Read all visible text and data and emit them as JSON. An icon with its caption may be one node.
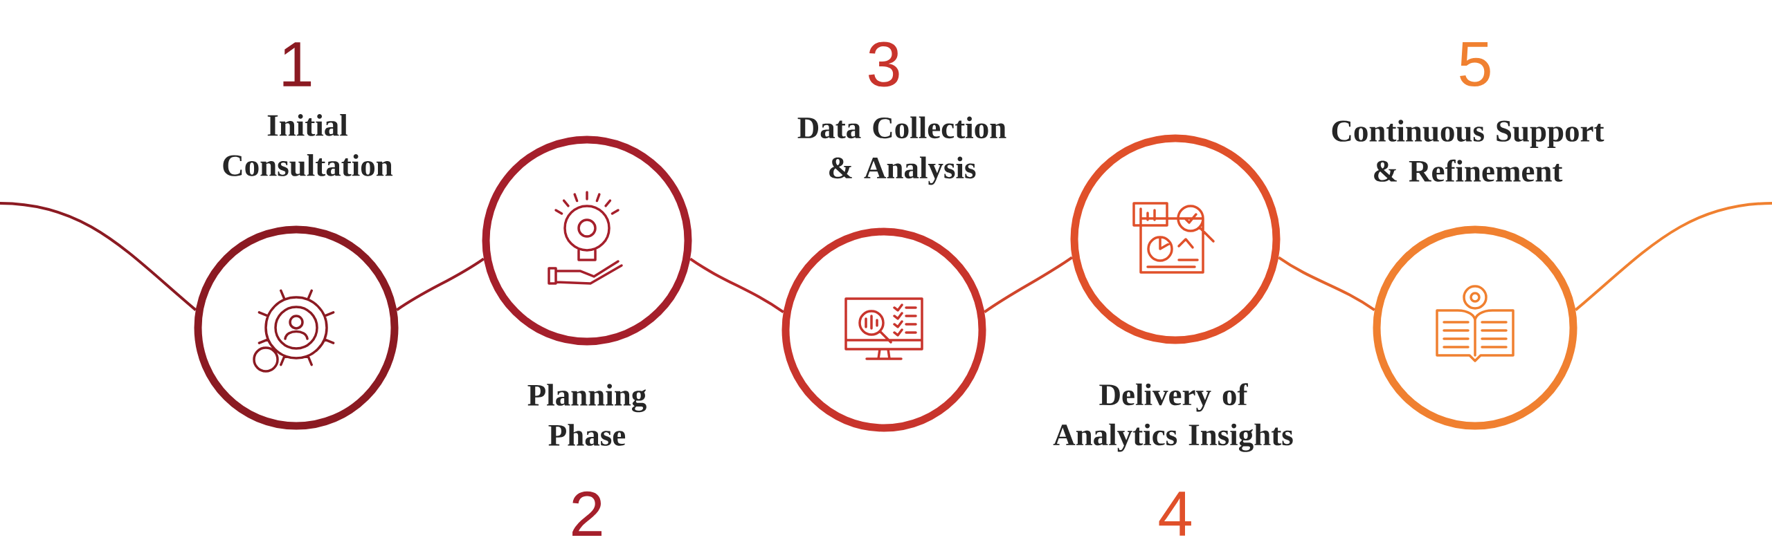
{
  "diagram": {
    "nodes": [
      {
        "text": [
          "1",
          "Initial Consultation"
        ]
      },
      {
        "text": [
          "Planning Phase",
          "2"
        ]
      },
      {
        "text": [
          "3",
          "Data Collection & Analysis"
        ]
      },
      {
        "text": [
          "Delivery of Analytics Insights",
          "4"
        ]
      },
      {
        "text": [
          "5",
          "Continuous Support & Refinement"
        ]
      }
    ],
    "edges": [
      {
        "from": null,
        "to": 0,
        "arrow": "none",
        "color": "#8b1a22"
      },
      {
        "from": 0,
        "to": 1,
        "arrow": "none",
        "color": "#981c26"
      },
      {
        "from": 1,
        "to": 2,
        "arrow": "none",
        "color": "#b5282b"
      },
      {
        "from": 2,
        "to": 3,
        "arrow": "none",
        "color": "#d0452b"
      },
      {
        "from": 3,
        "to": 4,
        "arrow": "none",
        "color": "#e4642c"
      },
      {
        "from": 4,
        "to": null,
        "arrow": "none",
        "color": "#f08030"
      }
    ]
  }
}
